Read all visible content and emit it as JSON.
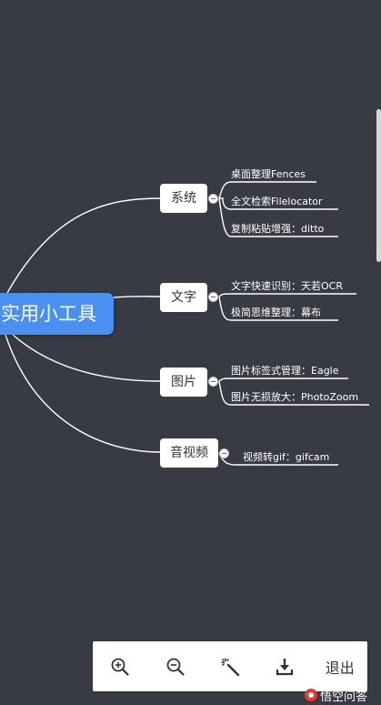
{
  "mindmap": {
    "root_label": "端实用小工具",
    "categories": [
      {
        "label": "系统",
        "leaves": [
          "桌面整理Fences",
          "全文检索Filelocator",
          "复制粘贴增强：ditto"
        ]
      },
      {
        "label": "文字",
        "leaves": [
          "文字快速识别：天若OCR",
          "极简思维整理：幕布"
        ]
      },
      {
        "label": "图片",
        "leaves": [
          "图片标签式管理：Eagle",
          "图片无损放大：PhotoZoom"
        ]
      },
      {
        "label": "音视频",
        "leaves": [
          "视频转gif：gifcam"
        ]
      }
    ]
  },
  "toolbar": {
    "zoom_in_icon": "zoom-in-icon",
    "zoom_out_icon": "zoom-out-icon",
    "magic_wand_icon": "magic-wand-icon",
    "download_icon": "download-icon",
    "exit_label": "退出"
  },
  "watermark": {
    "text": "悟空问答"
  },
  "colors": {
    "background": "#383b44",
    "root_fill": "#4a90f0",
    "node_fill": "#ffffff",
    "link": "#ffffff"
  }
}
